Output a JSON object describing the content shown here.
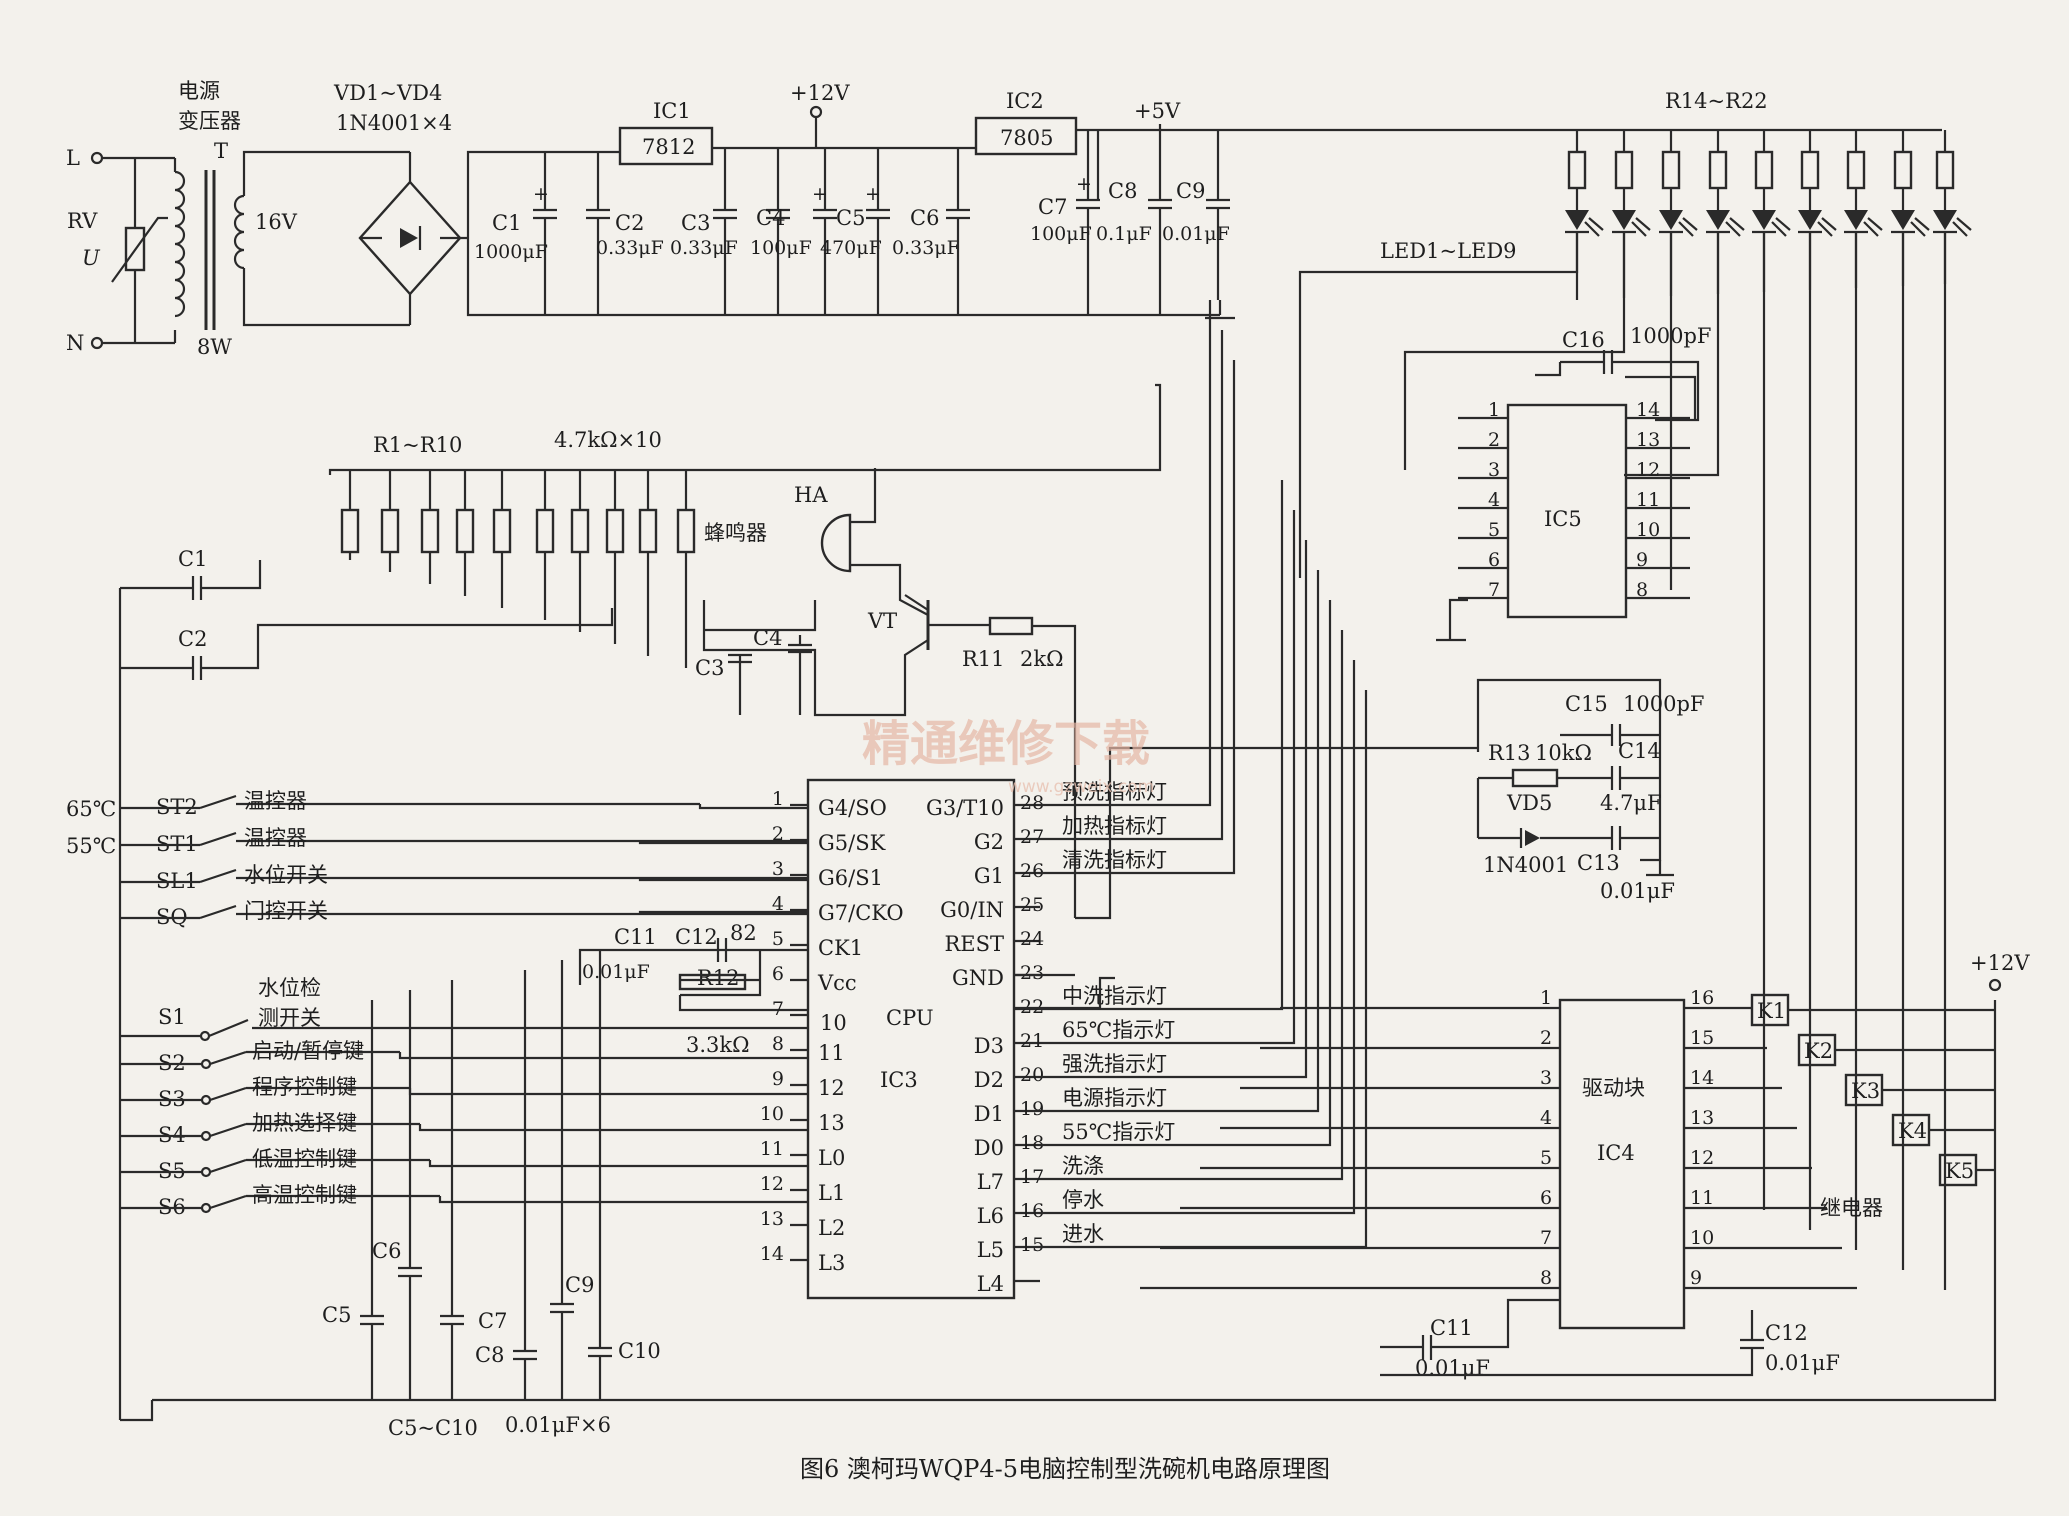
{
  "caption": "图6   澳柯玛WQP4-5电脑控制型洗碗机电路原理图",
  "watermark": {
    "text": "精通维修下载",
    "url": "www.gzweix.com"
  },
  "power": {
    "L": "L",
    "N": "N",
    "RV": "RV",
    "U": "U",
    "transformer_name1": "电源",
    "transformer_name2": "变压器",
    "T": "T",
    "secondary": "16V",
    "power_rating": "8W",
    "bridge": "VD1~VD4",
    "bridge_part": "1N4001×4",
    "ic1": "IC1",
    "ic1_part": "7812",
    "ic2": "IC2",
    "ic2_part": "7805",
    "v12": "+12V",
    "v5": "+5V",
    "caps": [
      {
        "name": "C1",
        "value": "1000μF"
      },
      {
        "name": "C2",
        "value": "0.33μF"
      },
      {
        "name": "C3",
        "value": "0.33μF"
      },
      {
        "name": "C4",
        "value": "100μF"
      },
      {
        "name": "C5",
        "value": "470μF"
      },
      {
        "name": "C6",
        "value": "0.33μF"
      },
      {
        "name": "C7",
        "value": "100μF"
      },
      {
        "name": "C8",
        "value": "0.1μF"
      },
      {
        "name": "C9",
        "value": "0.01μF"
      }
    ]
  },
  "led_section": {
    "resistors": "R14~R22",
    "leds": "LED1~LED9"
  },
  "ic5": {
    "name": "IC5",
    "c16": "C16",
    "c16_value": "1000pF",
    "left_pins": [
      "1",
      "2",
      "3",
      "4",
      "5",
      "6",
      "7"
    ],
    "right_pins": [
      "14",
      "13",
      "12",
      "11",
      "10",
      "9",
      "8"
    ]
  },
  "input_section": {
    "resistors": "R1~R10",
    "resistor_value": "4.7kΩ×10",
    "buzzer_label": "蜂鸣器",
    "HA": "HA",
    "VT": "VT",
    "R11": "R11",
    "R11_value": "2kΩ",
    "C1": "C1",
    "C2": "C2",
    "C3": "C3",
    "C4": "C4",
    "C11": "C11",
    "C11_value": "0.01μF",
    "C12": "C12",
    "C12_value": "82",
    "R12": "R12",
    "R12_value": "3.3kΩ",
    "switches": [
      {
        "id": "ST2",
        "temp": "65℃",
        "label": "温控器"
      },
      {
        "id": "ST1",
        "temp": "55℃",
        "label": "温控器"
      },
      {
        "id": "SL1",
        "temp": "",
        "label": "水位开关"
      },
      {
        "id": "SQ",
        "temp": "",
        "label": "门控开关"
      }
    ],
    "S1_id": "S1",
    "S1_line1": "水位检",
    "S1_line2": "测开关",
    "keys": [
      {
        "id": "S2",
        "label": "启动/暂停键"
      },
      {
        "id": "S3",
        "label": "程序控制键"
      },
      {
        "id": "S4",
        "label": "加热选择键"
      },
      {
        "id": "S5",
        "label": "低温控制键"
      },
      {
        "id": "S6",
        "label": "高温控制键"
      }
    ],
    "bottom_caps": [
      "C5",
      "C6",
      "C7",
      "C8",
      "C9",
      "C10"
    ],
    "bottom_caps_range": "C5~C10",
    "bottom_caps_value": "0.01μF×6"
  },
  "cpu": {
    "name1": "CPU",
    "name2": "IC3",
    "left_pins": [
      {
        "n": "1",
        "f": "G4/SO"
      },
      {
        "n": "2",
        "f": "G5/SK"
      },
      {
        "n": "3",
        "f": "G6/S1"
      },
      {
        "n": "4",
        "f": "G7/CKO"
      },
      {
        "n": "5",
        "f": "CK1"
      },
      {
        "n": "6",
        "f": "Vcc"
      },
      {
        "n": "7",
        "f": ""
      },
      {
        "n": "8",
        "f": "11"
      },
      {
        "n": "9",
        "f": "12"
      },
      {
        "n": "10",
        "f": "13"
      },
      {
        "n": "11",
        "f": "L0"
      },
      {
        "n": "12",
        "f": "L1"
      },
      {
        "n": "13",
        "f": "L2"
      },
      {
        "n": "14",
        "f": "L3"
      }
    ],
    "pin7_func": "10",
    "right_pins": [
      {
        "n": "28",
        "f": "G3/T10"
      },
      {
        "n": "27",
        "f": "G2"
      },
      {
        "n": "26",
        "f": "G1"
      },
      {
        "n": "25",
        "f": "G0/IN"
      },
      {
        "n": "24",
        "f": "REST"
      },
      {
        "n": "23",
        "f": "GND"
      },
      {
        "n": "22",
        "f": ""
      },
      {
        "n": "21",
        "f": "D3"
      },
      {
        "n": "20",
        "f": "D2"
      },
      {
        "n": "19",
        "f": "D1"
      },
      {
        "n": "18",
        "f": "D0"
      },
      {
        "n": "17",
        "f": "L7"
      },
      {
        "n": "16",
        "f": "L6"
      },
      {
        "n": "15",
        "f": "L5"
      },
      {
        "n": "",
        "f": "L4"
      }
    ],
    "outputs": [
      {
        "pin": "28",
        "label": "预洗指标灯"
      },
      {
        "pin": "27",
        "label": "加热指标灯"
      },
      {
        "pin": "26",
        "label": "清洗指标灯"
      },
      {
        "pin": "22",
        "label": "中洗指示灯"
      },
      {
        "pin": "21",
        "label": "65℃指示灯"
      },
      {
        "pin": "20",
        "label": "强洗指示灯"
      },
      {
        "pin": "19",
        "label": "电源指示灯"
      },
      {
        "pin": "18",
        "label": "55℃指示灯"
      },
      {
        "pin": "17",
        "label": "洗涤"
      },
      {
        "pin": "16",
        "label": "停水"
      },
      {
        "pin": "15",
        "label": "进水"
      }
    ]
  },
  "reset": {
    "R13": "R13",
    "R13_value": "10kΩ",
    "C15": "C15",
    "C15_value": "1000pF",
    "C14": "C14",
    "C14_value": "4.7μF",
    "VD5": "VD5",
    "VD5_part": "1N4001",
    "C13": "C13",
    "C13_value": "0.01μF"
  },
  "driver": {
    "name1": "驱动块",
    "name2": "IC4",
    "left_pins": [
      "1",
      "2",
      "3",
      "4",
      "5",
      "6",
      "7",
      "8"
    ],
    "right_pins": [
      "16",
      "15",
      "14",
      "13",
      "12",
      "11",
      "10",
      "9"
    ],
    "relays": [
      "K1",
      "K2",
      "K3",
      "K4",
      "K5"
    ],
    "relay_label": "继电器",
    "v12": "+12V",
    "C11": "C11",
    "C11_value": "0.01μF",
    "C12": "C12",
    "C12_value": "0.01μF"
  }
}
